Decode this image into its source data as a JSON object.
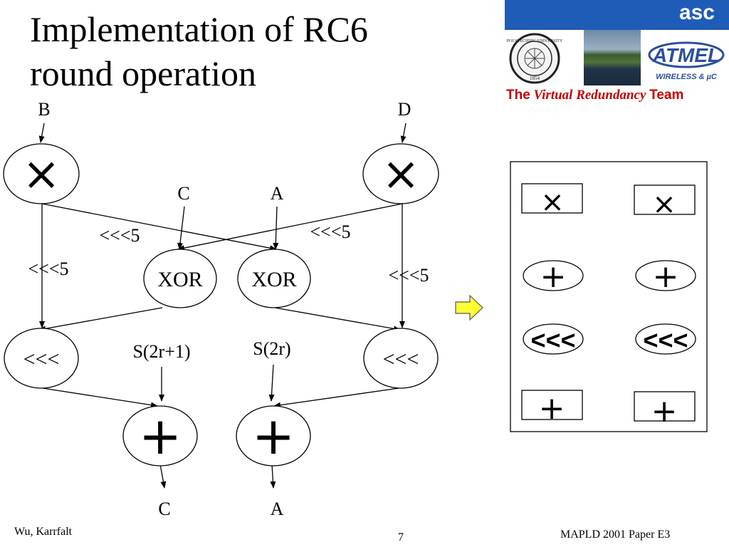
{
  "title": {
    "line1": "Implementation of RC6",
    "line2": "round operation"
  },
  "branding": {
    "org": "asc",
    "logos": [
      "university-seal",
      "campus-photo",
      "atmel-logo"
    ],
    "seal_text": [
      "POLYTECHNIC UNIVERSITY",
      "1854"
    ],
    "atmel_text": "ATMEL",
    "atmel_tagline": "WIRELESS & µC",
    "team_line": {
      "the": "The",
      "virtual_redundancy": "Virtual Redundancy",
      "team": "Team"
    },
    "colors": {
      "bar": "#1f5cb8",
      "team_text": "#c00000",
      "logo_blue": "#2b4f9e"
    }
  },
  "diagram": {
    "inputs": {
      "b": "B",
      "d": "D",
      "c": "C",
      "a": "A"
    },
    "nodes": {
      "mult_left": "×",
      "mult_right": "×",
      "xor_left": "XOR",
      "xor_right": "XOR",
      "rot_left": "<<<",
      "rot_right": "<<<",
      "add_left": "+",
      "add_right": "+"
    },
    "edge_labels": {
      "rot5_cross_left": "<<<5",
      "rot5_cross_right": "<<<5",
      "rot5_left": "<<<5",
      "rot5_right": "<<<5"
    },
    "key_inputs": {
      "s_odd": "S(2r+1)",
      "s_even": "S(2r)"
    },
    "outputs": {
      "c": "C",
      "a": "A"
    }
  },
  "arrow_color": "#ffff33",
  "resource_box": {
    "rows": [
      {
        "left": "×",
        "right": "×",
        "shape": "rect"
      },
      {
        "left": "+",
        "right": "+",
        "shape": "ellipse"
      },
      {
        "left": "<<<",
        "right": "<<<",
        "shape": "ellipse"
      },
      {
        "left": "+",
        "right": "+",
        "shape": "rect"
      }
    ]
  },
  "footer": {
    "left": "Wu, Karrfalt",
    "page": "7",
    "right": "MAPLD 2001 Paper E3"
  }
}
